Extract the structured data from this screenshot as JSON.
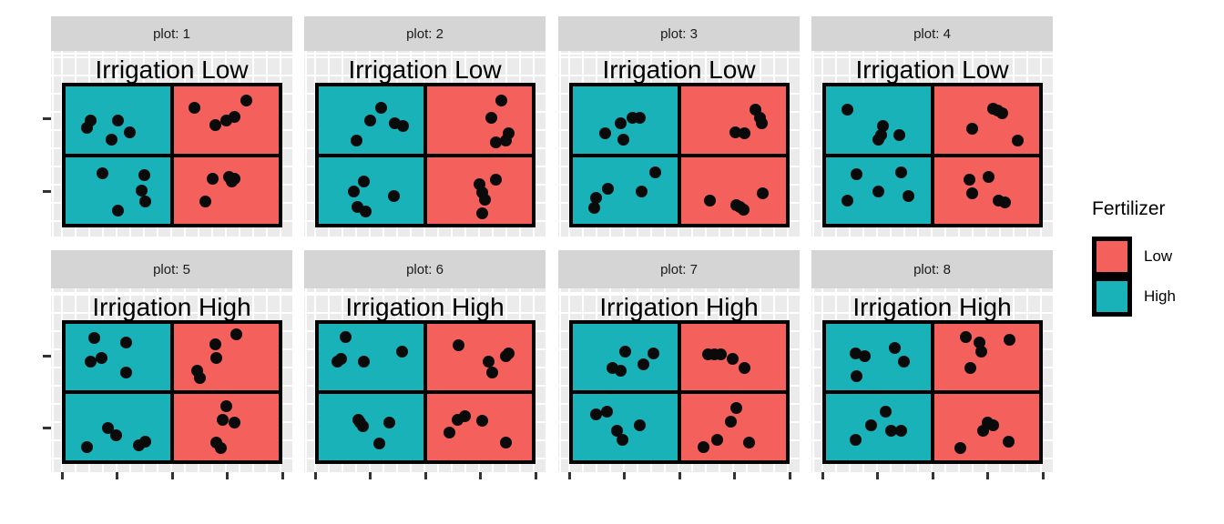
{
  "chart_data": {
    "type": "scatter",
    "title": "",
    "xlabel": "",
    "ylabel": "",
    "x_axis": {
      "tick_labels": [],
      "ticks_per_panel": 5,
      "shown_only_on_bottom_row": true
    },
    "y_axis": {
      "tick_labels": [],
      "ticks_per_row": 2,
      "shown_only_on_left_column": true
    },
    "quadrant_layout": {
      "left_column_fertilizer": "High",
      "right_column_fertilizer": "Low",
      "note": "each facet rectangle is split into 2 rows x 2 columns"
    },
    "colors": {
      "Low": "#F4605C",
      "High": "#19B2B8",
      "panel_bg": "#EBEBEB",
      "strip_bg": "#D5D5D5",
      "gridline": "#FFFFFF",
      "point": "#0a0a0a",
      "border": "#000000"
    },
    "facets": [
      {
        "strip": "plot: 1",
        "annotation": "Irrigation Low",
        "row": 0,
        "col": 0,
        "points": [
          [
            0.112,
            0.31
          ],
          [
            0.132,
            0.26
          ],
          [
            0.256,
            0.26
          ],
          [
            0.306,
            0.34
          ],
          [
            0.227,
            0.39
          ],
          [
            0.6,
            0.17
          ],
          [
            0.835,
            0.12
          ],
          [
            0.698,
            0.29
          ],
          [
            0.744,
            0.258
          ],
          [
            0.785,
            0.233
          ],
          [
            0.182,
            0.623
          ],
          [
            0.372,
            0.64
          ],
          [
            0.363,
            0.748
          ],
          [
            0.38,
            0.818
          ],
          [
            0.256,
            0.886
          ],
          [
            0.682,
            0.665
          ],
          [
            0.76,
            0.65
          ],
          [
            0.785,
            0.665
          ],
          [
            0.649,
            0.818
          ],
          [
            0.77,
            0.68
          ]
        ]
      },
      {
        "strip": "plot: 2",
        "annotation": "Irrigation Low",
        "row": 0,
        "col": 1,
        "points": [
          [
            0.3,
            0.17
          ],
          [
            0.25,
            0.26
          ],
          [
            0.36,
            0.28
          ],
          [
            0.4,
            0.3
          ],
          [
            0.19,
            0.4
          ],
          [
            0.847,
            0.123
          ],
          [
            0.8,
            0.24
          ],
          [
            0.88,
            0.35
          ],
          [
            0.82,
            0.41
          ],
          [
            0.867,
            0.4
          ],
          [
            0.22,
            0.68
          ],
          [
            0.175,
            0.75
          ],
          [
            0.194,
            0.857
          ],
          [
            0.23,
            0.888
          ],
          [
            0.356,
            0.78
          ],
          [
            0.82,
            0.67
          ],
          [
            0.746,
            0.7
          ],
          [
            0.758,
            0.755
          ],
          [
            0.77,
            0.81
          ],
          [
            0.76,
            0.9
          ]
        ]
      },
      {
        "strip": "plot: 3",
        "annotation": "Irrigation Low",
        "row": 0,
        "col": 2,
        "points": [
          [
            0.165,
            0.352
          ],
          [
            0.234,
            0.278
          ],
          [
            0.288,
            0.24
          ],
          [
            0.32,
            0.24
          ],
          [
            0.247,
            0.395
          ],
          [
            0.844,
            0.185
          ],
          [
            0.864,
            0.24
          ],
          [
            0.872,
            0.278
          ],
          [
            0.753,
            0.34
          ],
          [
            0.794,
            0.352
          ],
          [
            0.39,
            0.617
          ],
          [
            0.177,
            0.734
          ],
          [
            0.123,
            0.796
          ],
          [
            0.115,
            0.864
          ],
          [
            0.33,
            0.753
          ],
          [
            0.638,
            0.815
          ],
          [
            0.76,
            0.846
          ],
          [
            0.79,
            0.877
          ],
          [
            0.877,
            0.765
          ],
          [
            0.775,
            0.86
          ]
        ]
      },
      {
        "strip": "plot: 4",
        "annotation": "Irrigation Low",
        "row": 0,
        "col": 3,
        "points": [
          [
            0.115,
            0.185
          ],
          [
            0.274,
            0.3
          ],
          [
            0.254,
            0.395
          ],
          [
            0.267,
            0.36
          ],
          [
            0.35,
            0.364
          ],
          [
            0.774,
            0.178
          ],
          [
            0.815,
            0.21
          ],
          [
            0.68,
            0.32
          ],
          [
            0.885,
            0.402
          ],
          [
            0.795,
            0.19
          ],
          [
            0.156,
            0.63
          ],
          [
            0.357,
            0.617
          ],
          [
            0.254,
            0.753
          ],
          [
            0.39,
            0.784
          ],
          [
            0.115,
            0.815
          ],
          [
            0.666,
            0.67
          ],
          [
            0.753,
            0.65
          ],
          [
            0.68,
            0.765
          ],
          [
            0.8,
            0.815
          ],
          [
            0.83,
            0.827
          ]
        ]
      },
      {
        "strip": "plot: 5",
        "annotation": "Irrigation High",
        "row": 1,
        "col": 0,
        "points": [
          [
            0.145,
            0.125
          ],
          [
            0.29,
            0.158
          ],
          [
            0.132,
            0.29
          ],
          [
            0.18,
            0.26
          ],
          [
            0.29,
            0.367
          ],
          [
            0.793,
            0.1
          ],
          [
            0.698,
            0.165
          ],
          [
            0.7,
            0.26
          ],
          [
            0.615,
            0.354
          ],
          [
            0.628,
            0.4
          ],
          [
            0.207,
            0.747
          ],
          [
            0.244,
            0.8
          ],
          [
            0.112,
            0.886
          ],
          [
            0.35,
            0.873
          ],
          [
            0.38,
            0.842
          ],
          [
            0.744,
            0.6
          ],
          [
            0.73,
            0.696
          ],
          [
            0.785,
            0.715
          ],
          [
            0.7,
            0.854
          ],
          [
            0.723,
            0.892
          ]
        ]
      },
      {
        "strip": "plot: 6",
        "annotation": "Irrigation High",
        "row": 1,
        "col": 1,
        "points": [
          [
            0.14,
            0.114
          ],
          [
            0.1,
            0.29
          ],
          [
            0.119,
            0.272
          ],
          [
            0.22,
            0.29
          ],
          [
            0.393,
            0.22
          ],
          [
            0.652,
            0.177
          ],
          [
            0.787,
            0.29
          ],
          [
            0.865,
            0.253
          ],
          [
            0.877,
            0.228
          ],
          [
            0.803,
            0.367
          ],
          [
            0.195,
            0.69
          ],
          [
            0.215,
            0.74
          ],
          [
            0.335,
            0.715
          ],
          [
            0.29,
            0.855
          ],
          [
            0.205,
            0.715
          ],
          [
            0.648,
            0.69
          ],
          [
            0.678,
            0.668
          ],
          [
            0.76,
            0.7
          ],
          [
            0.61,
            0.78
          ],
          [
            0.864,
            0.854
          ]
        ]
      },
      {
        "strip": "plot: 7",
        "annotation": "Irrigation High",
        "row": 1,
        "col": 2,
        "points": [
          [
            0.255,
            0.22
          ],
          [
            0.383,
            0.23
          ],
          [
            0.337,
            0.304
          ],
          [
            0.198,
            0.335
          ],
          [
            0.234,
            0.354
          ],
          [
            0.63,
            0.24
          ],
          [
            0.658,
            0.24
          ],
          [
            0.69,
            0.235
          ],
          [
            0.74,
            0.272
          ],
          [
            0.795,
            0.335
          ],
          [
            0.123,
            0.652
          ],
          [
            0.172,
            0.633
          ],
          [
            0.32,
            0.728
          ],
          [
            0.218,
            0.766
          ],
          [
            0.24,
            0.83
          ],
          [
            0.76,
            0.608
          ],
          [
            0.733,
            0.703
          ],
          [
            0.67,
            0.83
          ],
          [
            0.61,
            0.886
          ],
          [
            0.815,
            0.854
          ]
        ]
      },
      {
        "strip": "plot: 8",
        "annotation": "Irrigation High",
        "row": 1,
        "col": 3,
        "points": [
          [
            0.152,
            0.228
          ],
          [
            0.193,
            0.25
          ],
          [
            0.33,
            0.19
          ],
          [
            0.37,
            0.29
          ],
          [
            0.156,
            0.387
          ],
          [
            0.65,
            0.114
          ],
          [
            0.712,
            0.158
          ],
          [
            0.72,
            0.22
          ],
          [
            0.85,
            0.133
          ],
          [
            0.67,
            0.335
          ],
          [
            0.288,
            0.633
          ],
          [
            0.22,
            0.728
          ],
          [
            0.31,
            0.766
          ],
          [
            0.357,
            0.766
          ],
          [
            0.152,
            0.83
          ],
          [
            0.75,
            0.715
          ],
          [
            0.774,
            0.728
          ],
          [
            0.73,
            0.766
          ],
          [
            0.844,
            0.842
          ],
          [
            0.625,
            0.892
          ]
        ]
      }
    ]
  },
  "legend": {
    "title": "Fertilizer",
    "items": [
      {
        "label": "Low",
        "color": "#F4605C"
      },
      {
        "label": "High",
        "color": "#19B2B8"
      }
    ]
  }
}
